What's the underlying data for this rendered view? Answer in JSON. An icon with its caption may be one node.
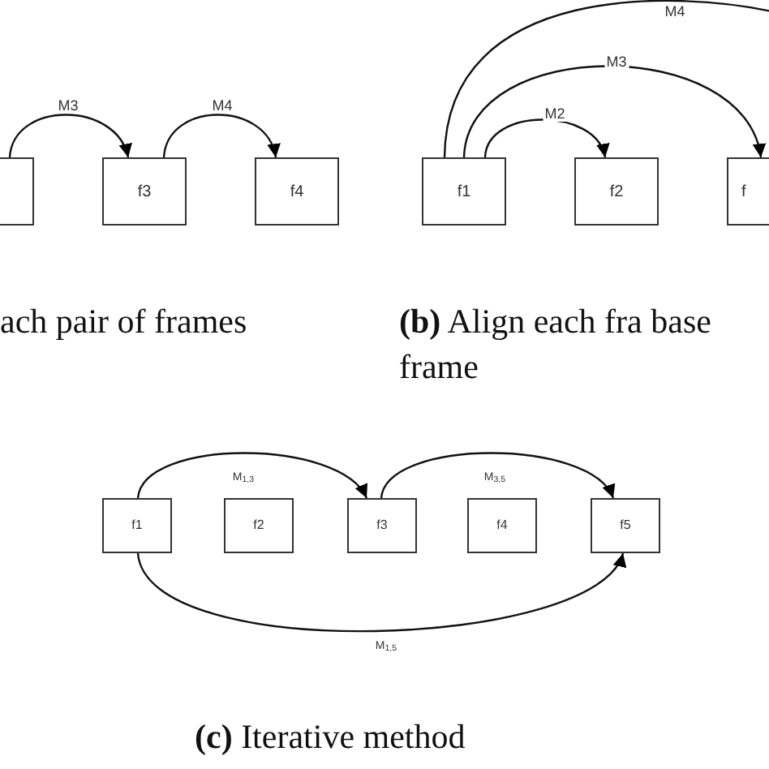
{
  "diagram": {
    "nodes": [
      {
        "text": [],
        "shape": "box"
      },
      {
        "text": [
          "f3"
        ]
      },
      {
        "text": [
          "f4"
        ]
      },
      {
        "text": [
          "f1"
        ]
      },
      {
        "text": [
          "f2"
        ]
      },
      {
        "text": [
          "f"
        ]
      },
      {
        "text": [
          "f1"
        ]
      },
      {
        "text": [
          "f2"
        ]
      },
      {
        "text": [
          "f3"
        ]
      },
      {
        "text": [
          "f4"
        ]
      },
      {
        "text": [
          "f5"
        ]
      }
    ],
    "edges": [
      {
        "from": 0,
        "to": 1,
        "arrow": "to",
        "label": "M3"
      },
      {
        "from": 1,
        "to": 2,
        "arrow": "to",
        "label": "M4"
      },
      {
        "from": 3,
        "to": 4,
        "arrow": "to",
        "label": "M2"
      },
      {
        "from": 3,
        "to": 5,
        "arrow": "to",
        "label": "M3"
      },
      {
        "from": 3,
        "to": null,
        "arrow": "none",
        "label": "M4"
      },
      {
        "from": 6,
        "to": 8,
        "arrow": "to",
        "label": "M$_{1,3}$"
      },
      {
        "from": 8,
        "to": 10,
        "arrow": "to",
        "label": "M$_{3,5}$"
      },
      {
        "from": 6,
        "to": 10,
        "arrow": "to",
        "label": "M$_{1,5}$"
      }
    ],
    "labels": [
      "ach pair of frames",
      "**(b)** Align each fra base frame",
      "**(c)** Iterative method"
    ]
  }
}
